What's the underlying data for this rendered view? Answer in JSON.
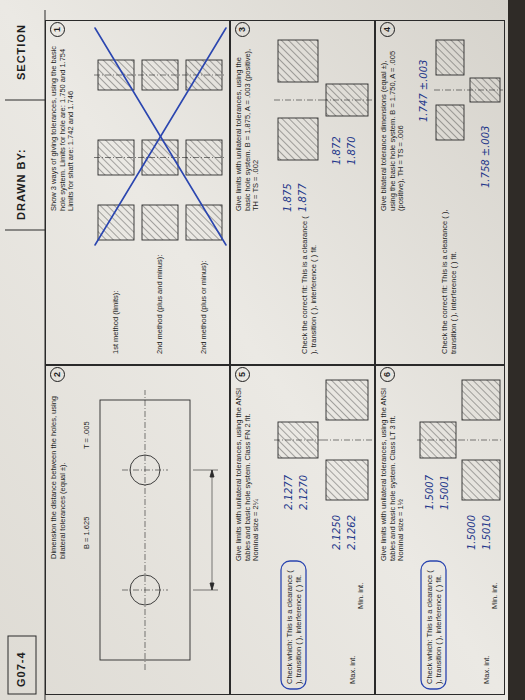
{
  "diagram": {
    "nodes": [
      {
        "text": [
          "1",
          "Show 3 ways of giving tolerances, using the basic hole system. Limits for hole are: 1.750 and 1.754 Limits for shaft are: 1.742 and 1.746",
          "1st method (limits):",
          "2nd method (plus and minus):",
          "2nd method (plus or minus):"
        ]
      },
      {
        "text": [
          "2",
          "Dimension the distance between the holes, using bilateral tolerances (equal ±).",
          "B = 1.625",
          "T = .005"
        ]
      },
      {
        "text": [
          "3",
          "Give limits with unilateral tolerances, using the basic hole system. B = 1.875, A = .003 (positive), TH = TS = .002",
          "Check the correct fit: This is a clearance ( ), transition ( ), interference ( ) fit."
        ]
      },
      {
        "text": [
          "4",
          "Give bilateral tolerance dimensions (equal ±), using the basic hole system. B = 1.750, A = .005 (positive), TH = TS = .006",
          "Check the correct fit: This is a clearance ( ), transition ( ), interference ( ) fit."
        ]
      },
      {
        "text": [
          "5",
          "Give limits with unilateral tolerances, using the ANSI tables and basic hole system. Class FN 2 fit. Nominal size = 2¼",
          "Check which: This is a clearance ( ), transition ( ), interference ( ) fit.",
          "Max. int.",
          "Min. int."
        ]
      },
      {
        "text": [
          "6",
          "Give limits with unilateral tolerances, using the ANSI tables and basic hole system. Class LT 3 fit. Nominal size = 1½",
          "Check which: This is a clearance ( ), transition ( ), interference ( ) fit.",
          "Max. int.",
          "Min. int."
        ]
      }
    ],
    "labels": [
      "SECTION",
      "DRAWN BY:",
      "1.872",
      "1.870",
      "1.875",
      "1.877",
      "2.1277",
      "2.1270",
      "2.1250",
      "2.1262",
      "1.747 ±.003",
      "1.758 ±.003",
      "1.5007",
      "1.5001",
      "1.5000",
      "1.5010",
      "G07-4"
    ]
  }
}
